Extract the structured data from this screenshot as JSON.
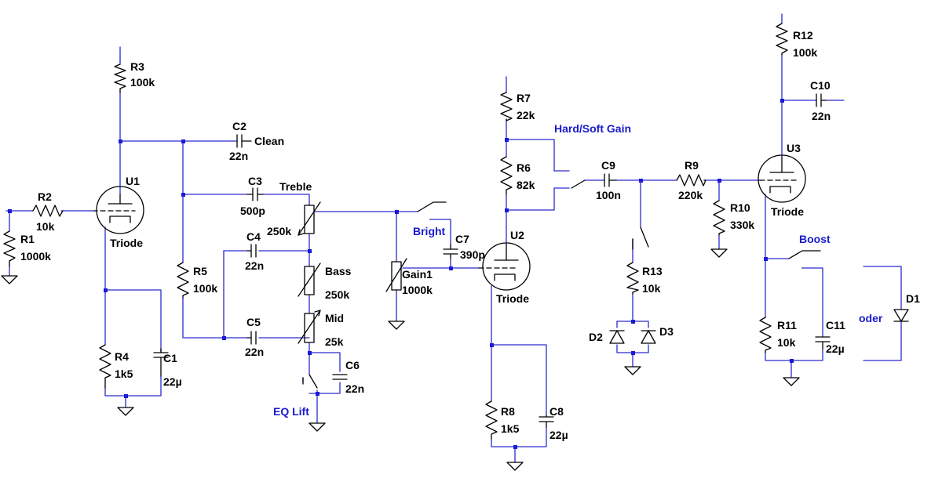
{
  "components": {
    "R1": {
      "ref": "R1",
      "value": "1000k"
    },
    "R2": {
      "ref": "R2",
      "value": "10k"
    },
    "R3": {
      "ref": "R3",
      "value": "100k"
    },
    "R4": {
      "ref": "R4",
      "value": "1k5"
    },
    "R5": {
      "ref": "R5",
      "value": "100k"
    },
    "R6": {
      "ref": "R6",
      "value": "82k"
    },
    "R7": {
      "ref": "R7",
      "value": "22k"
    },
    "R8": {
      "ref": "R8",
      "value": "1k5"
    },
    "R9": {
      "ref": "R9",
      "value": "220k"
    },
    "R10": {
      "ref": "R10",
      "value": "330k"
    },
    "R11": {
      "ref": "R11",
      "value": "10k"
    },
    "R12": {
      "ref": "R12",
      "value": "100k"
    },
    "R13": {
      "ref": "R13",
      "value": "10k"
    },
    "C1": {
      "ref": "C1",
      "value": "22µ"
    },
    "C2": {
      "ref": "C2",
      "value": "22n"
    },
    "C3": {
      "ref": "C3",
      "value": "500p"
    },
    "C4": {
      "ref": "C4",
      "value": "22n"
    },
    "C5": {
      "ref": "C5",
      "value": "22n"
    },
    "C6": {
      "ref": "C6",
      "value": "22n"
    },
    "C7": {
      "ref": "C7",
      "value": "390p"
    },
    "C8": {
      "ref": "C8",
      "value": "22µ"
    },
    "C9": {
      "ref": "C9",
      "value": "100n"
    },
    "C10": {
      "ref": "C10",
      "value": "22n"
    },
    "C11": {
      "ref": "C11",
      "value": "22µ"
    },
    "Treble": {
      "ref": "Treble",
      "value": "250k"
    },
    "Bass": {
      "ref": "Bass",
      "value": "250k"
    },
    "Mid": {
      "ref": "Mid",
      "value": "25k"
    },
    "Gain1": {
      "ref": "Gain1",
      "value": "1000k"
    },
    "U1": {
      "ref": "U1",
      "value": "Triode"
    },
    "U2": {
      "ref": "U2",
      "value": "Triode"
    },
    "U3": {
      "ref": "U3",
      "value": "Triode"
    },
    "D1": {
      "ref": "D1"
    },
    "D2": {
      "ref": "D2"
    },
    "D3": {
      "ref": "D3"
    }
  },
  "net_labels": {
    "clean": "Clean"
  },
  "switch_labels": {
    "bright": "Bright",
    "hard_soft_gain": "Hard/Soft Gain",
    "eq_lift": "EQ Lift",
    "boost": "Boost",
    "oder": "oder"
  },
  "colors": {
    "wire": "#2b2bd0",
    "junction": "#1a1ad6",
    "component": "#000000",
    "switch_label": "#1a1acc"
  }
}
